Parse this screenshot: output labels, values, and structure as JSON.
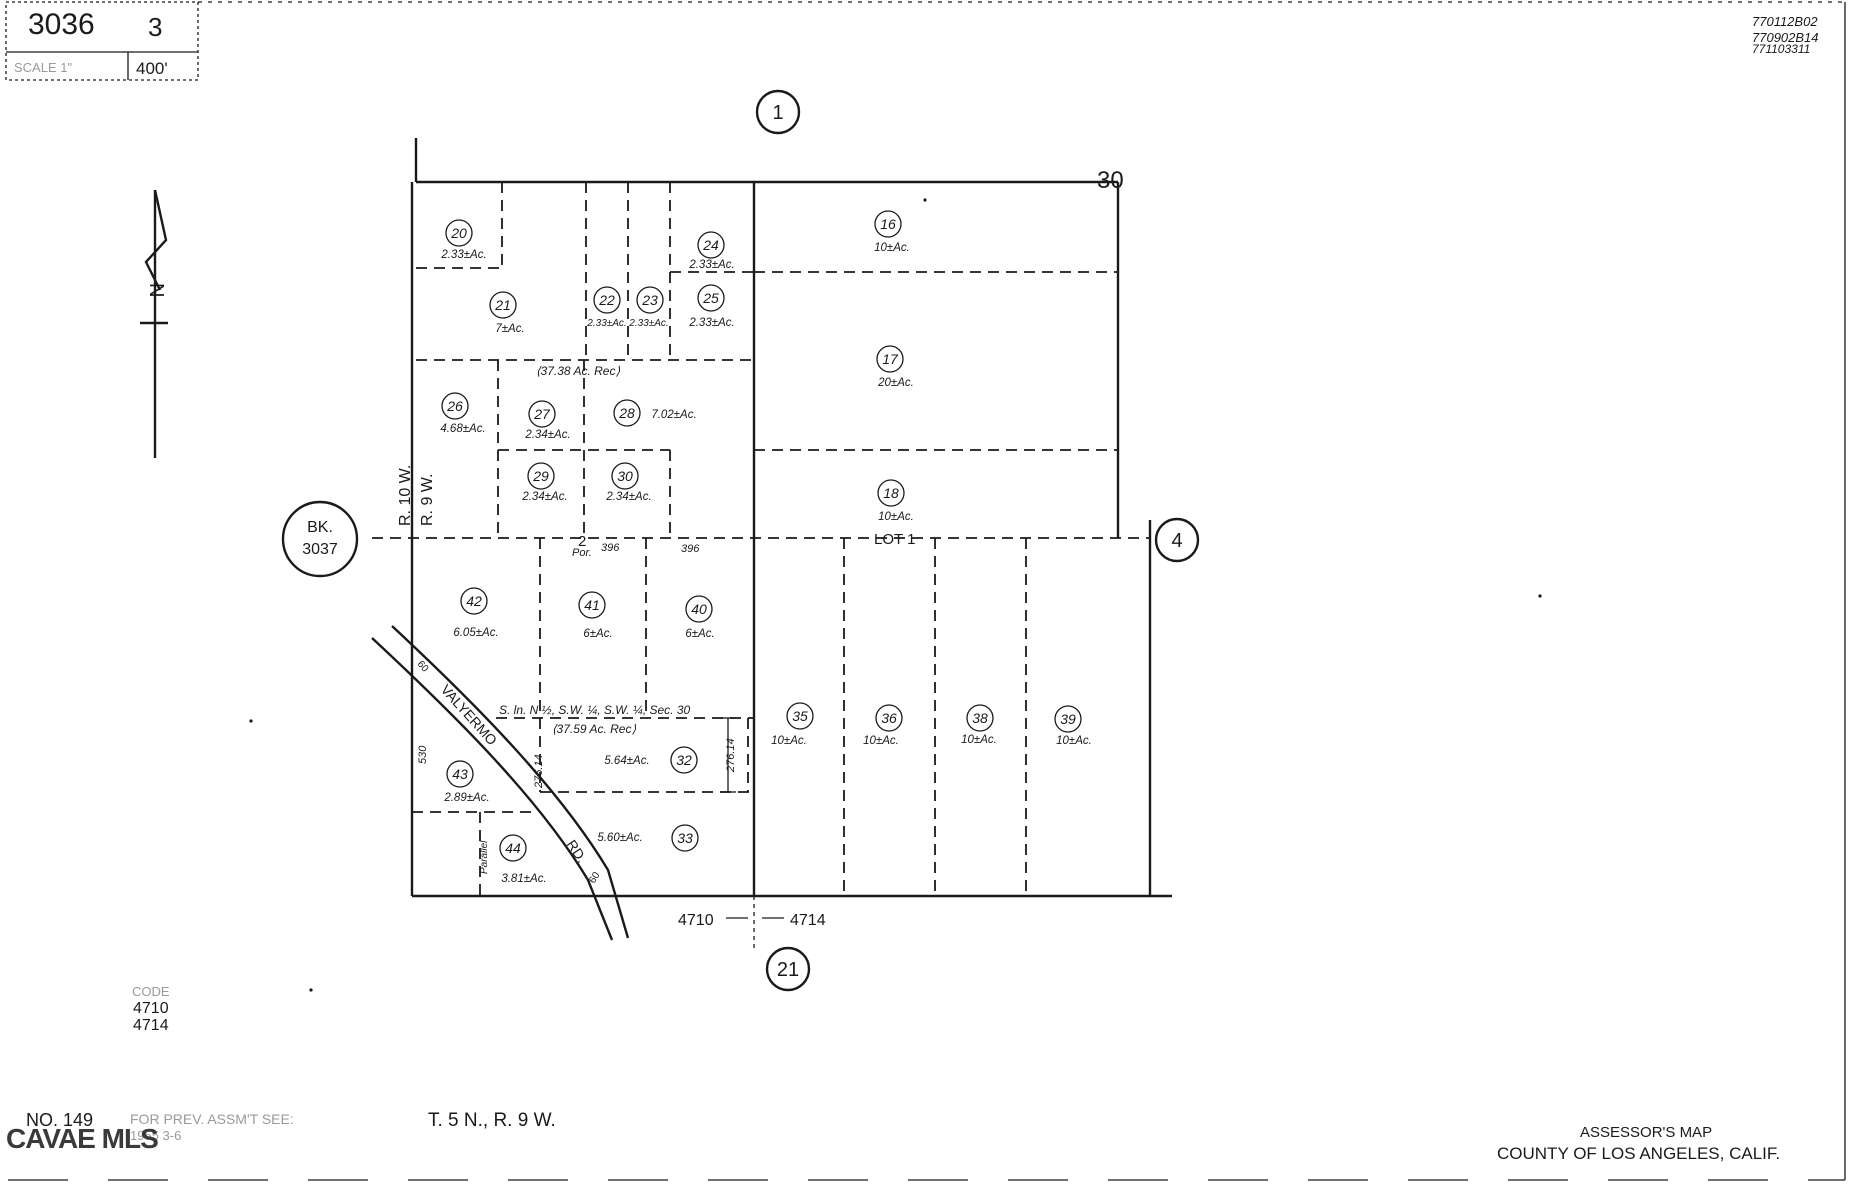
{
  "header": {
    "book_number": "3036",
    "page_number": "3",
    "scale_label": "SCALE 1\"",
    "scale_value": "400'",
    "revisions": [
      "770112B02",
      "770902B14",
      "771103311"
    ]
  },
  "north_arrow": {
    "label": "N"
  },
  "neighbors": {
    "north": "1",
    "east": "4",
    "south": "21",
    "west_book_label": "BK.",
    "west_book_number": "3037",
    "section_number": "30"
  },
  "range_labels": {
    "left": "R. 10 W.",
    "right": "R. 9 W."
  },
  "parcels": [
    {
      "id": "p20",
      "number": "20",
      "acreage": "2.33±Ac."
    },
    {
      "id": "p21",
      "number": "21",
      "acreage": "7±Ac."
    },
    {
      "id": "p22",
      "number": "22",
      "acreage": "2.33±Ac."
    },
    {
      "id": "p23",
      "number": "23",
      "acreage": "2.33±Ac."
    },
    {
      "id": "p24",
      "number": "24",
      "acreage": "2.33±Ac."
    },
    {
      "id": "p25",
      "number": "25",
      "acreage": "2.33±Ac."
    },
    {
      "id": "p16",
      "number": "16",
      "acreage": "10±Ac."
    },
    {
      "id": "p17",
      "number": "17",
      "acreage": "20±Ac."
    },
    {
      "id": "p18",
      "number": "18",
      "acreage": "10±Ac."
    },
    {
      "id": "p26",
      "number": "26",
      "acreage": "4.68±Ac."
    },
    {
      "id": "p27",
      "number": "27",
      "acreage": "2.34±Ac."
    },
    {
      "id": "p28",
      "number": "28",
      "acreage": "7.02±Ac."
    },
    {
      "id": "p29",
      "number": "29",
      "acreage": "2.34±Ac."
    },
    {
      "id": "p30",
      "number": "30",
      "acreage": "2.34±Ac."
    },
    {
      "id": "p42",
      "number": "42",
      "acreage": "6.05±Ac."
    },
    {
      "id": "p41",
      "number": "41",
      "acreage": "6±Ac."
    },
    {
      "id": "p40",
      "number": "40",
      "acreage": "6±Ac."
    },
    {
      "id": "p32",
      "number": "32",
      "acreage": "5.64±Ac."
    },
    {
      "id": "p33",
      "number": "33",
      "acreage": "5.60±Ac."
    },
    {
      "id": "p43",
      "number": "43",
      "acreage": "2.89±Ac."
    },
    {
      "id": "p44",
      "number": "44",
      "acreage": "3.81±Ac."
    },
    {
      "id": "p35",
      "number": "35",
      "acreage": "10±Ac."
    },
    {
      "id": "p36",
      "number": "36",
      "acreage": "10±Ac."
    },
    {
      "id": "p38",
      "number": "38",
      "acreage": "10±Ac."
    },
    {
      "id": "p39",
      "number": "39",
      "acreage": "10±Ac."
    }
  ],
  "annotations": {
    "rec_upper": "⟨37.38 Ac. Rec⟩",
    "lot_label": "LOT 1",
    "lot_number": "2",
    "por_label": "Por.",
    "dim_396_a": "396",
    "dim_396_b": "396",
    "legal_desc": "S. ln. N ½, S.W. ¼, S.W. ¼, Sec. 30",
    "rec_lower": "⟨37.59 Ac. Rec⟩",
    "dim_276_left": "276.14",
    "dim_276_right": "276.14",
    "dim_530": "530",
    "dim_60_top": "60",
    "dim_60_bottom": "60",
    "parallel": "Parallel",
    "road_name": "VALYERMO",
    "road_suffix": "RD.",
    "code_left": "4710",
    "code_right": "4714"
  },
  "footer": {
    "code_label": "CODE",
    "codes": [
      "4710",
      "4714"
    ],
    "map_no": "NO. 149",
    "prev_assmt": "FOR PREV. ASSM'T SEE:",
    "prev_ref": "1955   3-6",
    "township": "T. 5 N., R. 9 W.",
    "assessor_title": "ASSESSOR'S MAP",
    "county": "COUNTY OF LOS ANGELES, CALIF.",
    "watermark": "CAVAE MLS"
  }
}
